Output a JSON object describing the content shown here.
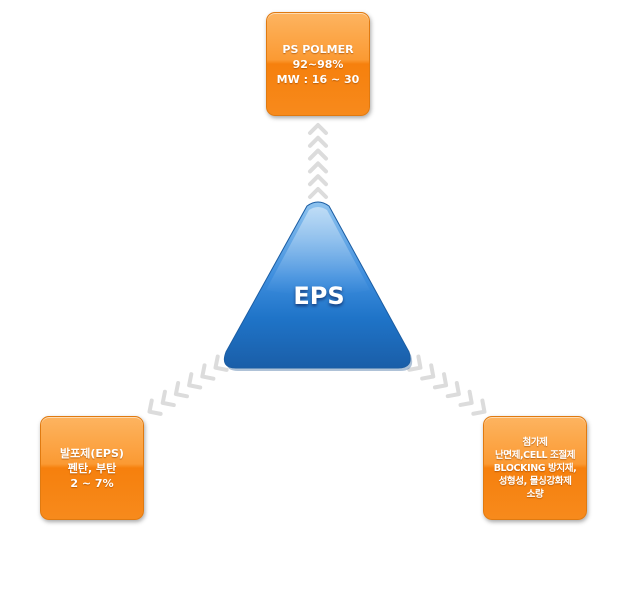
{
  "center": {
    "label": "EPS"
  },
  "nodes": {
    "top": {
      "lines": [
        "PS POLMER",
        "92~98%",
        "MW : 16 ~ 30"
      ]
    },
    "left": {
      "lines": [
        "발포제(EPS)",
        "펜탄, 부탄",
        "2 ~ 7%"
      ]
    },
    "right": {
      "lines": [
        "첨가제",
        "난면제,CELL 조절제",
        "BLOCKING 방지재,",
        "성형성, 물싱강화제",
        "소량"
      ]
    }
  },
  "colors": {
    "box": "#f7891c",
    "triangle": "#1f74c8",
    "arrow": "#dcdcdc"
  }
}
